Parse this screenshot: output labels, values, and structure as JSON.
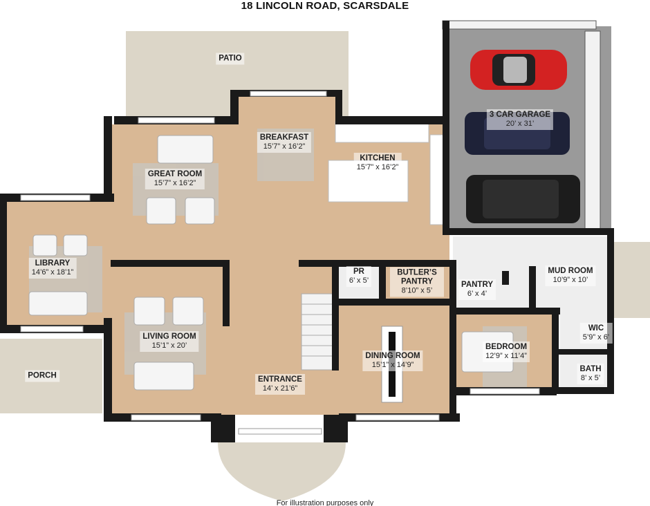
{
  "title": "18 LINCOLN ROAD, SCARSDALE",
  "footnote": "For illustration purposes only",
  "colors": {
    "floor": "#d9b895",
    "wall": "#1a1a1a",
    "patio": "#dcd6c8",
    "tile": "#eeeeee",
    "garage": "#9a9a9a",
    "rug": "#c9c4bc"
  },
  "rooms": [
    {
      "id": "patio",
      "name": "PATIO",
      "dim": ""
    },
    {
      "id": "breakfast",
      "name": "BREAKFAST",
      "dim": "15’7” x 16’2”"
    },
    {
      "id": "great-room",
      "name": "GREAT ROOM",
      "dim": "15’7” x 16’2”"
    },
    {
      "id": "kitchen",
      "name": "KITCHEN",
      "dim": "15’7” x 16’2”"
    },
    {
      "id": "garage",
      "name": "3 CAR GARAGE",
      "dim": "20’ x 31’"
    },
    {
      "id": "library",
      "name": "LIBRARY",
      "dim": "14’6” x 18’1”"
    },
    {
      "id": "pr",
      "name": "PR",
      "dim": "6’ x 5’"
    },
    {
      "id": "butlers-pantry",
      "name": "BUTLER’S PANTRY",
      "dim": "8’10” x 5’"
    },
    {
      "id": "pantry",
      "name": "PANTRY",
      "dim": "6’ x 4’"
    },
    {
      "id": "mud-room",
      "name": "MUD ROOM",
      "dim": "10’9” x 10’"
    },
    {
      "id": "living-room",
      "name": "LIVING ROOM",
      "dim": "15’1” x 20’"
    },
    {
      "id": "dining-room",
      "name": "DINING ROOM",
      "dim": "15’1” x 14’9”"
    },
    {
      "id": "bedroom",
      "name": "BEDROOM",
      "dim": "12’9” x 11’4”"
    },
    {
      "id": "wic",
      "name": "WIC",
      "dim": "5’9” x 6’"
    },
    {
      "id": "bath",
      "name": "BATH",
      "dim": "8’ x 5’"
    },
    {
      "id": "porch",
      "name": "PORCH",
      "dim": ""
    },
    {
      "id": "entrance",
      "name": "ENTRANCE",
      "dim": "14’ x 21’6”"
    }
  ]
}
